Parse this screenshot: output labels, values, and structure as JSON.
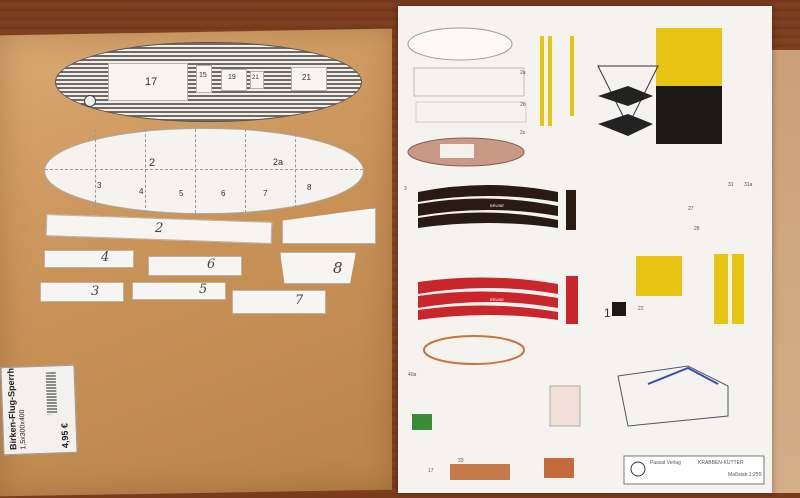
{
  "scene": {
    "colors": {
      "table": "#7c3b1d",
      "plywood": "#c99358",
      "paper": "#f4f3f0",
      "stripe_red": "#c9262b",
      "stripe_black": "#2a1a14",
      "yellow": "#e8c413"
    }
  },
  "plywood_parts": {
    "deck_labels": [
      "17",
      "15",
      "19",
      "21",
      "21"
    ],
    "hull_labels": [
      "2",
      "2a",
      "3",
      "4",
      "5",
      "6",
      "7",
      "8"
    ],
    "strip_labels": [
      "2",
      "4",
      "6",
      "8",
      "3",
      "5",
      "7"
    ]
  },
  "product_label": {
    "title": "Birken-Flug-Sperrh",
    "size": "1,5x300x400 ",
    "price": "4,95 €"
  },
  "sheet": {
    "labels": [
      "1",
      "2a",
      "2b",
      "2c",
      "3",
      "17",
      "22",
      "27",
      "28",
      "31",
      "31a",
      "33",
      "40a"
    ],
    "hull_strip_text": [
      "BRUNE",
      "BRUNE"
    ],
    "footer": {
      "publisher": "Passat Verlag",
      "model": "KRABBEN-KUTTER",
      "scale": "Maßstab 1:250"
    }
  }
}
